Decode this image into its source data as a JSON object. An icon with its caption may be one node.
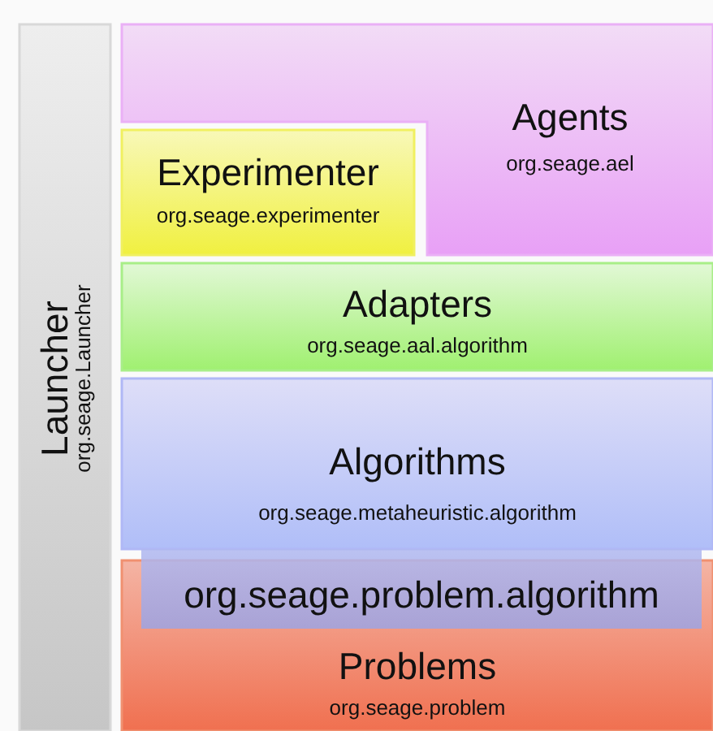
{
  "diagram": {
    "nodes": [
      {
        "text": [
          "Launcher",
          "org.seage.Launcher"
        ]
      },
      {
        "text": [
          "Agents",
          "org.seage.ael"
        ]
      },
      {
        "text": [
          "Experimenter",
          "org.seage.experimenter"
        ]
      },
      {
        "text": [
          "Adapters",
          "org.seage.aal.algorithm"
        ]
      },
      {
        "text": [
          "Algorithms",
          "org.seage.metaheuristic.algorithm"
        ]
      },
      {
        "text": [
          "org.seage.problem.algorithm"
        ]
      },
      {
        "text": [
          "Problems",
          "org.seage.problem"
        ]
      }
    ]
  }
}
